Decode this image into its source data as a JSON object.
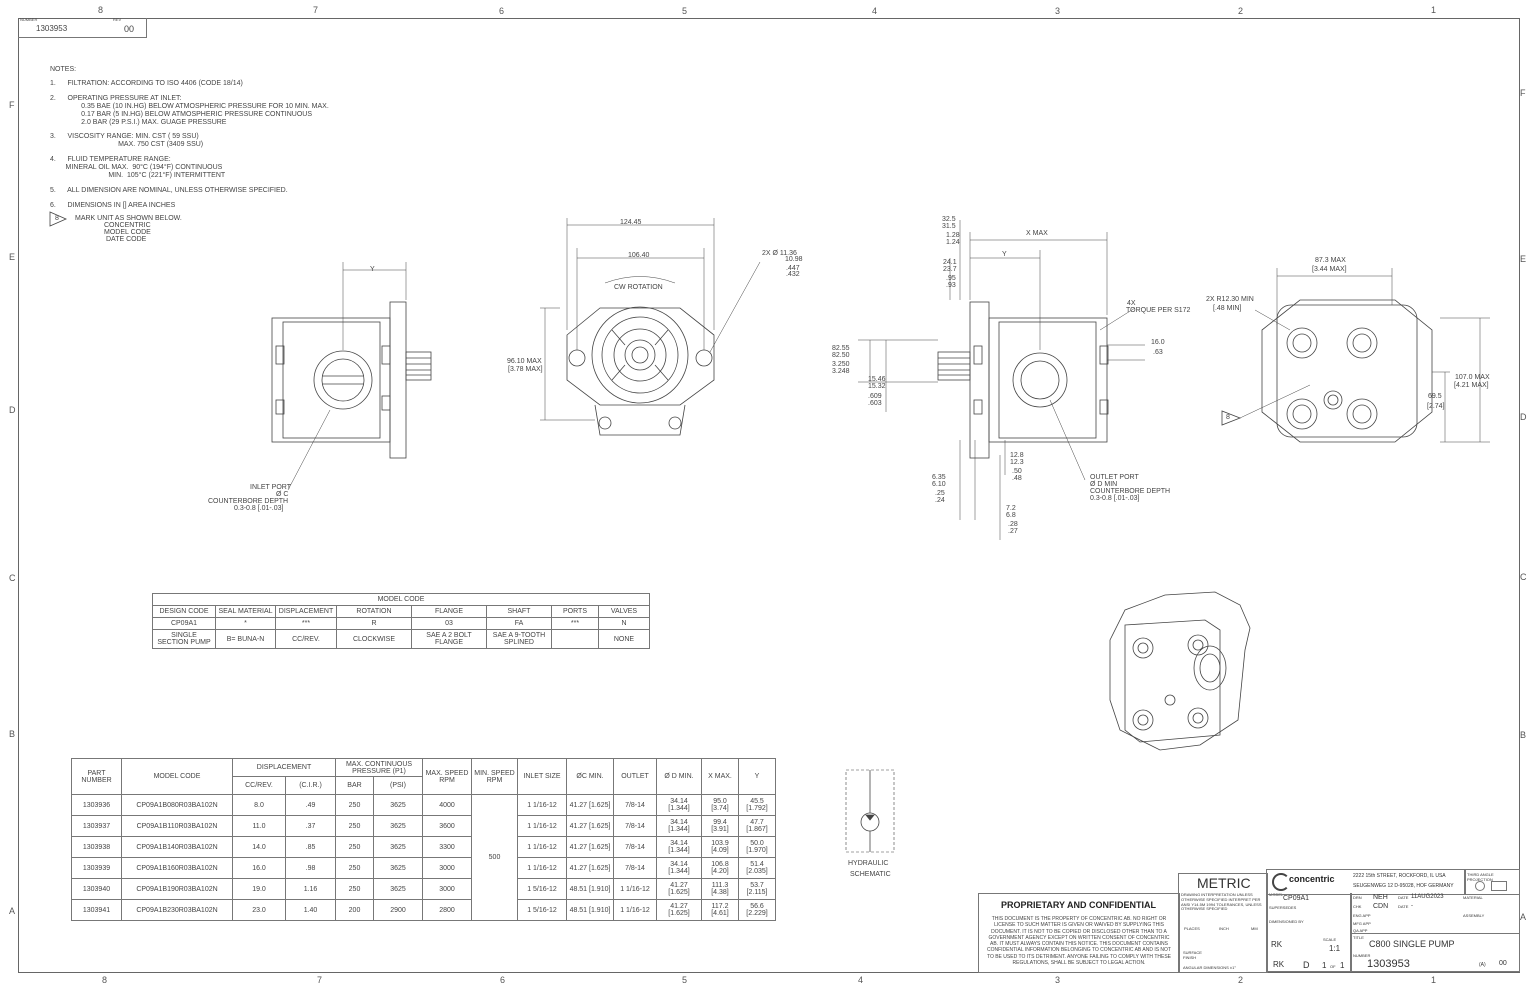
{
  "zones_top": [
    "8",
    "7",
    "6",
    "5",
    "4",
    "3",
    "2",
    "1"
  ],
  "zones_bottom": [
    "8",
    "7",
    "6",
    "5",
    "4",
    "3",
    "2",
    "1"
  ],
  "zones_side": [
    "F",
    "E",
    "D",
    "C",
    "B",
    "A"
  ],
  "corner_block": {
    "number_label": "NUMBER",
    "number": "1303953",
    "rev_label": "REV",
    "rev": "00"
  },
  "notes": {
    "title": "NOTES:",
    "n1": "1.      FILTRATION: ACCORDING TO ISO 4406 (CODE 18/14)",
    "n2a": "2.      OPERATING PRESSURE AT INLET:",
    "n2b": "                0.35 BAE (10 IN.HG) BELOW ATMOSPHERIC PRESSURE FOR 10 MIN. MAX.",
    "n2c": "                0.17 BAR (5 IN.HG) BELOW ATMOSPHERIC PRESSURE CONTINUOUS",
    "n2d": "                2.0 BAR (29 P.S.I.) MAX. GUAGE PRESSURE",
    "n3a": "3.      VISCOSITY RANGE: MIN. CST ( 59 SSU)",
    "n3b": "                                   MAX. 750 CST (3409 SSU)",
    "n4a": "4.      FLUID TEMPERATURE RANGE:",
    "n4b": "        MINERAL OIL MAX.  90°C (194°F) CONTINUOUS",
    "n4c": "                              MIN.  105°C (221°F) INTERMITTENT",
    "n5": "5.      ALL DIMENSION ARE NOMINAL, UNLESS OTHERWISE SPECIFIED.",
    "n6": "6.      DIMENSIONS IN [] AREA INCHES",
    "n7num": "8",
    "n7a": "MARK UNIT AS SHOWN BELOW.",
    "n7b": "CONCENTRIC",
    "n7c": "MODEL CODE",
    "n7d": "DATE CODE"
  },
  "view1": {
    "y": "Y",
    "inlet": "INLET PORT",
    "dc": "Ø C",
    "cb": "COUNTERBORE DEPTH",
    "cbd": "0.3-0.8 [.01-.03]"
  },
  "view2": {
    "d1": "124.45",
    "d2": "106.40",
    "rot": "CW ROTATION",
    "hole1": "2X Ø 11.36",
    "hole2": "10.98",
    "hole3": ".447",
    "hole4": ".432",
    "h1": "96.10 MAX",
    "h2": "[3.78 MAX]"
  },
  "view3": {
    "xmax": "X MAX",
    "y": "Y",
    "a1": "32.5",
    "a2": "31.5",
    "a3": "1.28",
    "a4": "1.24",
    "b1": "24.1",
    "b2": "23.7",
    "b3": ".95",
    "b4": ".93",
    "c1": "82.55",
    "c2": "82.50",
    "c3": "3.250",
    "c4": "3.248",
    "e1": "15.46",
    "e2": "15.32",
    "e3": ".609",
    "e4": ".603",
    "t1": "4X",
    "t2": "TORQUE PER S172",
    "f1": "16.0",
    "f2": ".63",
    "g1": "12.8",
    "g2": "12.3",
    "g3": ".50",
    "g4": ".48",
    "h1": "6.35",
    "h2": "6.10",
    "h3": ".25",
    "h4": ".24",
    "i1": "7.2",
    "i2": "6.8",
    "i3": ".28",
    "i4": ".27",
    "outlet": "OUTLET PORT",
    "dd": "Ø D MIN",
    "cb": "COUNTERBORE DEPTH",
    "cbd": "0.3-0.8 [.01-.03]"
  },
  "view4": {
    "w1": "87.3 MAX",
    "w2": "[3.44 MAX]",
    "r1": "2X R12.30 MIN",
    "r2": "[.48 MIN]",
    "h1": "107.0 MAX",
    "h2": "[4.21 MAX]",
    "h3": "69.5",
    "h4": "[2.74]",
    "mark": "8"
  },
  "model_code": {
    "title": "MODEL CODE",
    "headers": [
      "DESIGN CODE",
      "SEAL MATERIAL",
      "DISPLACEMENT",
      "ROTATION",
      "FLANGE",
      "SHAFT",
      "PORTS",
      "VALVES"
    ],
    "row1": [
      "CP09A1",
      "*",
      "***",
      "R",
      "03",
      "FA",
      "***",
      "N"
    ],
    "row2": [
      "SINGLE SECTION PUMP",
      "B= BUNA-N",
      "CC/REV.",
      "CLOCKWISE",
      "SAE A 2 BOLT FLANGE",
      "SAE A 9-TOOTH SPLINED",
      "",
      "NONE"
    ]
  },
  "parts": {
    "h_part": "PART NUMBER",
    "h_model": "MODEL CODE",
    "h_disp": "DISPLACEMENT",
    "h_press": "MAX. CONTINUOUS PRESSURE (P1)",
    "h_maxspd": "MAX. SPEED RPM",
    "h_minspd": "MIN. SPEED RPM",
    "h_inlet": "INLET SIZE",
    "h_cmin": "ØC MIN.",
    "h_outlet": "OUTLET",
    "h_dmin": "Ø D MIN.",
    "h_xmax": "X MAX.",
    "h_y": "Y",
    "s_cc": "CC/REV.",
    "s_cir": "(C.I.R.)",
    "s_bar": "BAR",
    "s_psi": "(PSI)",
    "minspd": "500",
    "rows": [
      [
        "1303936",
        "CP09A1B080R03BA102N",
        "8.0",
        ".49",
        "250",
        "3625",
        "4000",
        "1 1/16-12",
        "41.27 [1.625]",
        "7/8-14",
        "34.14 [1.344]",
        "95.0 [3.74]",
        "45.5 [1.792]"
      ],
      [
        "1303937",
        "CP09A1B110R03BA102N",
        "11.0",
        ".37",
        "250",
        "3625",
        "3600",
        "1 1/16-12",
        "41.27 [1.625]",
        "7/8-14",
        "34.14 [1.344]",
        "99.4 [3.91]",
        "47.7 [1.867]"
      ],
      [
        "1303938",
        "CP09A1B140R03BA102N",
        "14.0",
        ".85",
        "250",
        "3625",
        "3300",
        "1 1/16-12",
        "41.27 [1.625]",
        "7/8-14",
        "34.14 [1.344]",
        "103.9 [4.09]",
        "50.0 [1.970]"
      ],
      [
        "1303939",
        "CP09A1B160R03BA102N",
        "16.0",
        ".98",
        "250",
        "3625",
        "3000",
        "1 1/16-12",
        "41.27 [1.625]",
        "7/8-14",
        "34.14 [1.344]",
        "106.8 [4.20]",
        "51.4 [2.035]"
      ],
      [
        "1303940",
        "CP09A1B190R03BA102N",
        "19.0",
        "1.16",
        "250",
        "3625",
        "3000",
        "1 5/16-12",
        "48.51 [1.910]",
        "1 1/16-12",
        "41.27 [1.625]",
        "111.3 [4.38]",
        "53.7 [2.115]"
      ],
      [
        "1303941",
        "CP09A1B230R03BA102N",
        "23.0",
        "1.40",
        "200",
        "2900",
        "2800",
        "1 5/16-12",
        "48.51 [1.910]",
        "1 1/16-12",
        "41.27 [1.625]",
        "117.2 [4.61]",
        "56.6 [2.229]"
      ]
    ]
  },
  "schematic": {
    "l1": "HYDRAULIC",
    "l2": "SCHEMATIC"
  },
  "title_block": {
    "prop_title": "PROPRIETARY AND CONFIDENTIAL",
    "prop_text": "THIS DOCUMENT IS THE PROPERTY OF CONCENTRIC AB. NO RIGHT OR LICENSE TO SUCH MATTER IS GIVEN OR WAIVED BY SUPPLYING THIS DOCUMENT. IT IS NOT TO BE COPIED OR DISCLOSED OTHER THAN TO A GOVERNMENT AGENCY EXCEPT ON WRITTEN CONSENT OF CONCENTRIC AB. IT MUST ALWAYS CONTAIN THIS NOTICE. THIS DOCUMENT CONTAINS CONFIDENTIAL INFORMATION BELONGING TO CONCENTRIC AB AND IS NOT TO BE USED TO ITS DETRIMENT. ANYONE FAILING TO COMPLY WITH THESE REGULATIONS, SHALL BE SUBJECT TO LEGAL ACTION.",
    "metric": "METRIC",
    "interp": "DRAWING INTERPRETATION UNLESS OTHERWISE SPECIFIED INTERPRET PER ANSI Y14.5M 1994 TOLERANCES, UNLESS OTHERWISE SPECIFIED",
    "places": "PLACES",
    "inch": "INCH",
    "mm": "MM",
    "surface": "SURFACE FINISH",
    "angular": "ANGULAR DIMENSIONS ±1°",
    "model": "CP09A1",
    "model_label": "MODEL",
    "supersedes": "SUPERSEDES",
    "sim": "DIMENSIONED BY",
    "company": "concentric",
    "addr1": "2222 15th STREET, ROCKFORD, IL  USA",
    "addr2": "SEUGENWEG 12 D-95028, HOF  GERMANY",
    "proj": "THIRD ANGLE PROJECTION",
    "drn": "DRN",
    "drn_v": "NEH",
    "date": "DATE",
    "date_v": "11AUG2023",
    "chk": "CHK",
    "chk_v": "CDN",
    "date2": "DATE",
    "dash": "-",
    "engapp": "ENG APP",
    "mfgapp": "MFG APP",
    "qaapp": "QA APP",
    "material": "MATERIAL",
    "assembly": "ASSEMBLY",
    "drawnby": "RK",
    "scale_label": "SCALE",
    "scale": "1:1",
    "title_label": "TITLE",
    "title": "C800 SINGLE PUMP",
    "app": "RK",
    "format": "D",
    "sheet": "1",
    "of": "OF",
    "sheets": "1",
    "number_label": "NUMBER",
    "number": "1303953",
    "rev_a": "(A)",
    "rev": "00"
  }
}
